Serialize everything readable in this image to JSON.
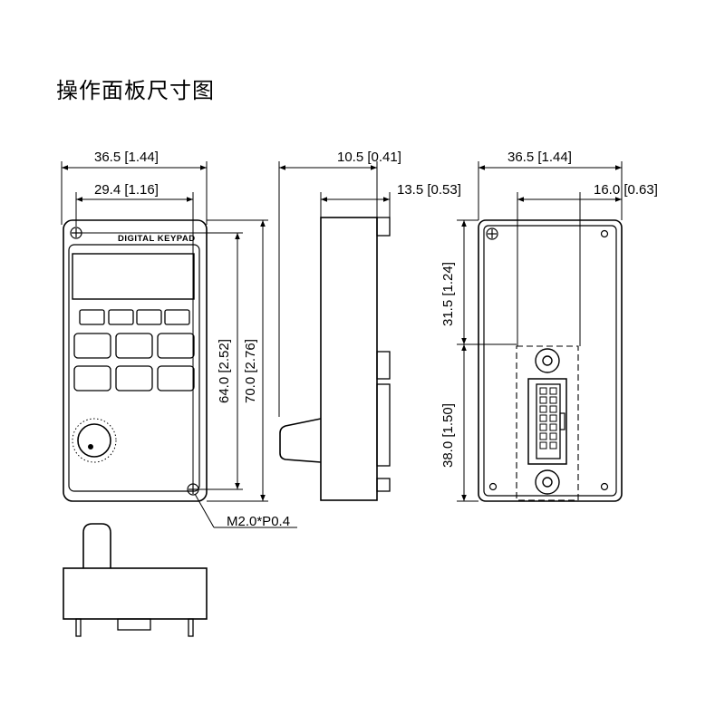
{
  "title": "操作面板尺寸图",
  "front_view": {
    "overall_width": "36.5 [1.44]",
    "hole_spacing_width": "29.4 [1.16]",
    "hole_spacing_height": "64.0 [2.52]",
    "overall_height": "70.0 [2.76]",
    "keypad_label": "DIGITAL  KEYPAD",
    "screw_note": "M2.0*P0.4"
  },
  "side_view": {
    "body_depth": "10.5 [0.41]",
    "total_depth": "13.5 [0.53]"
  },
  "back_view": {
    "overall_width": "36.5 [1.44]",
    "connector_offset": "16.0 [0.63]",
    "upper_height": "31.5 [1.24]",
    "lower_height": "38.0 [1.50]"
  }
}
